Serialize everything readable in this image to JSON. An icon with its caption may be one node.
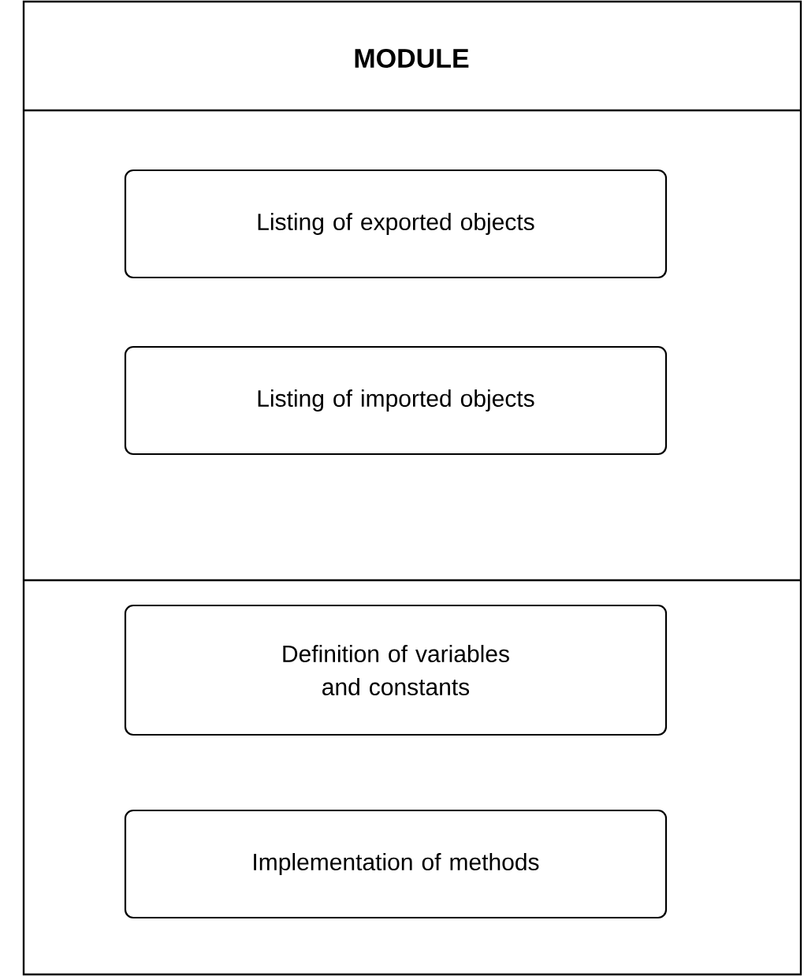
{
  "diagram": {
    "nodes": [
      {
        "text": [
          "MODULE"
        ]
      },
      {
        "text": [
          "Listing of exported objects"
        ],
        "in": 0
      },
      {
        "text": [
          "Listing of imported objects"
        ],
        "in": 0
      },
      {
        "text": [
          "Definition of variables and constants"
        ],
        "in": 0
      },
      {
        "text": [
          "Implementation of methods"
        ],
        "in": 0
      }
    ]
  }
}
